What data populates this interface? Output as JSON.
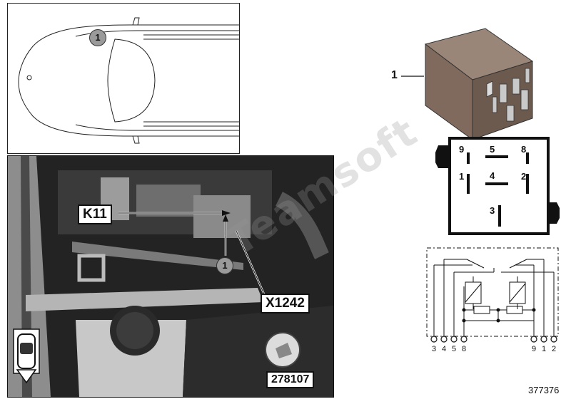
{
  "car_locator": {
    "callout": "1"
  },
  "photo": {
    "label_k11": "K11",
    "label_x1242": "X1242",
    "callout": "1",
    "image_number": "278107"
  },
  "part": {
    "callout": "1"
  },
  "relay_face": {
    "pins": [
      "9",
      "5",
      "8",
      "1",
      "4",
      "2",
      "3"
    ]
  },
  "schematic": {
    "pins": [
      "3",
      "4",
      "5",
      "8",
      "9",
      "1",
      "2"
    ]
  },
  "watermark": "Teamsoft",
  "diagram_number": "377376",
  "colors": {
    "photo_dark": "#1e1e1e",
    "relay_body": "#7f6a5d",
    "callout_fill": "#9a9a9a"
  }
}
